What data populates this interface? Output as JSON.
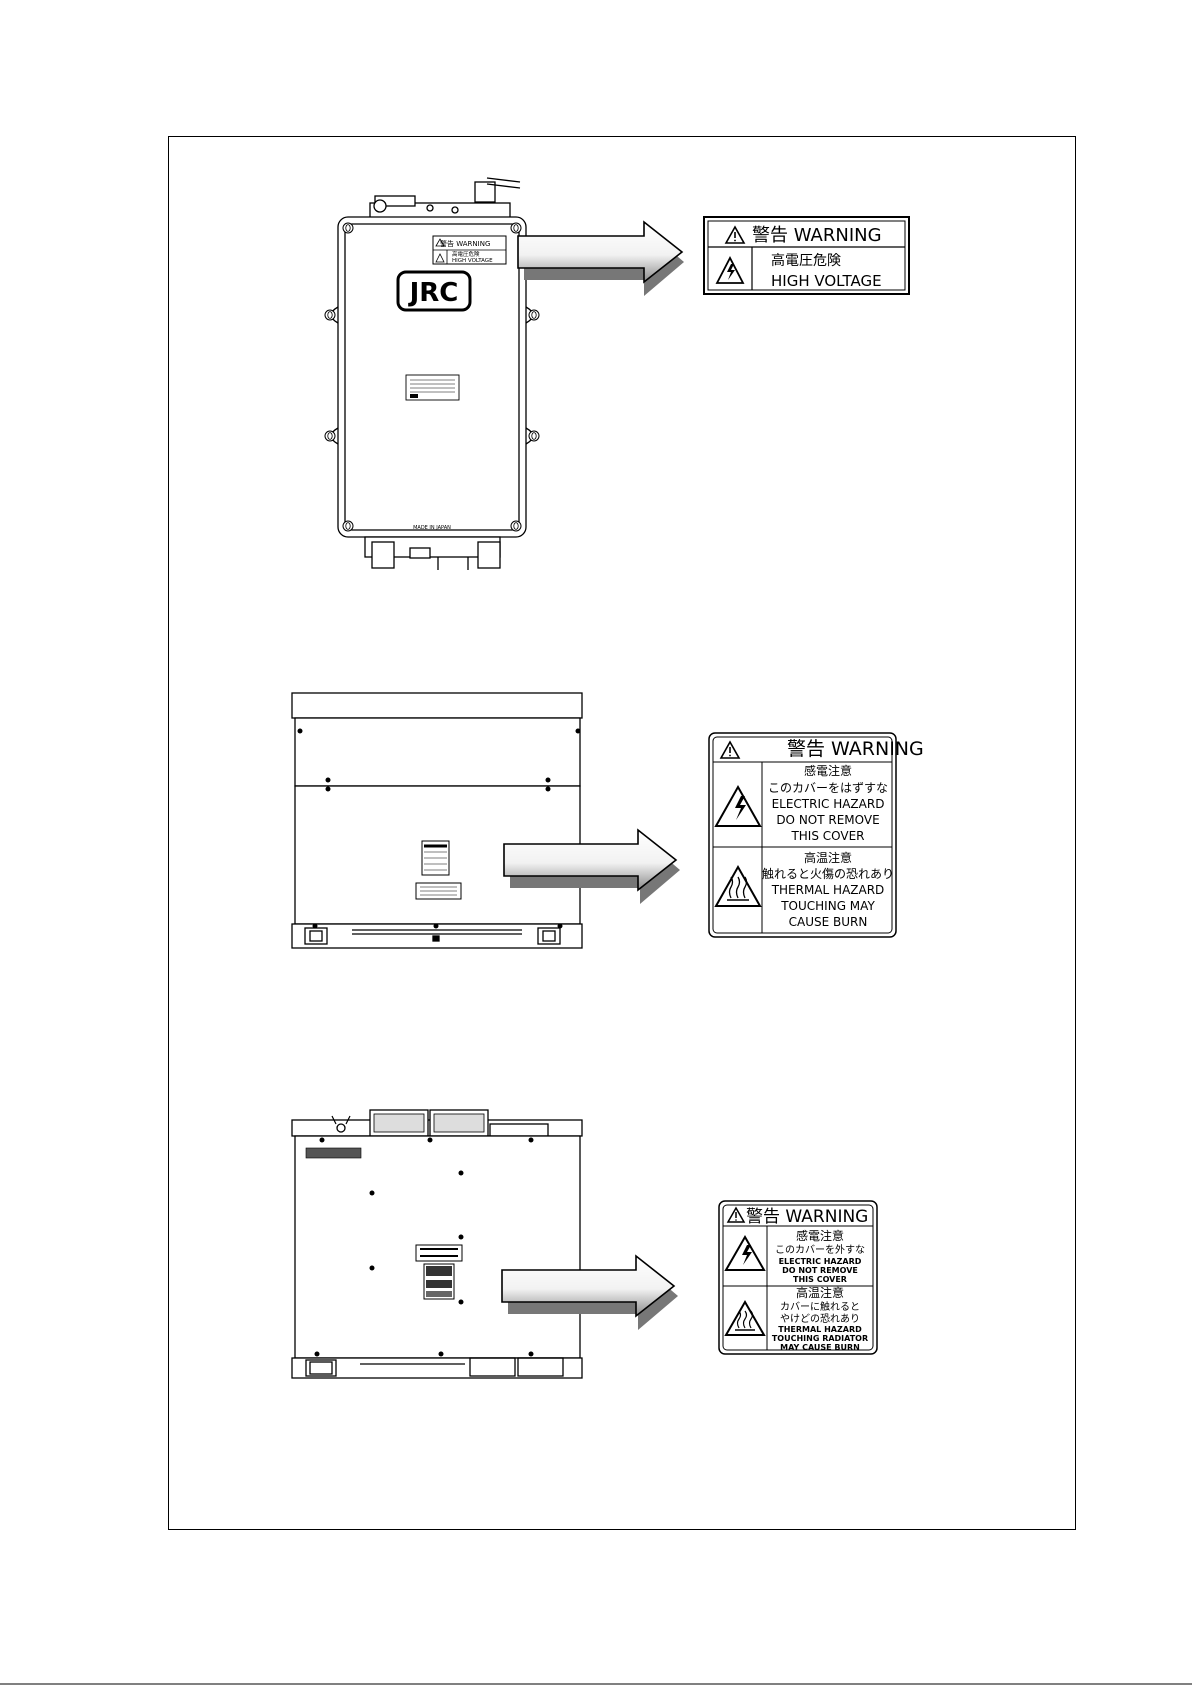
{
  "labels": {
    "label1": {
      "header": "警告 WARNING",
      "line1": "高電圧危険",
      "line2": "HIGH VOLTAGE"
    },
    "label2": {
      "header": "警告 WARNING",
      "electric": [
        "感電注意",
        "このカバーをはずすな",
        "ELECTRIC HAZARD",
        "DO NOT REMOVE",
        "THIS COVER"
      ],
      "thermal": [
        "高温注意",
        "触れると火傷の恐れあり",
        "THERMAL HAZARD",
        "TOUCHING MAY",
        "CAUSE BURN"
      ]
    },
    "label3": {
      "header": "警告 WARNING",
      "electric": [
        "感電注意",
        "このカバーを外すな",
        "ELECTRIC HAZARD",
        "DO NOT REMOVE",
        "THIS COVER"
      ],
      "thermal": [
        "高温注意",
        "カバーに触れると",
        "やけどの恐れあり",
        "THERMAL HAZARD",
        "TOUCHING RADIATOR",
        "MAY CAUSE BURN"
      ]
    }
  },
  "device1": {
    "logo": "JRC",
    "mini_label": [
      "警告 WARNING",
      "高電圧危険",
      "HIGH VOLTAGE"
    ],
    "footer": "MADE IN JAPAN"
  },
  "icons": [
    "warning-triangle-icon",
    "electric-hazard-icon",
    "thermal-hazard-icon",
    "arrow-icon"
  ]
}
